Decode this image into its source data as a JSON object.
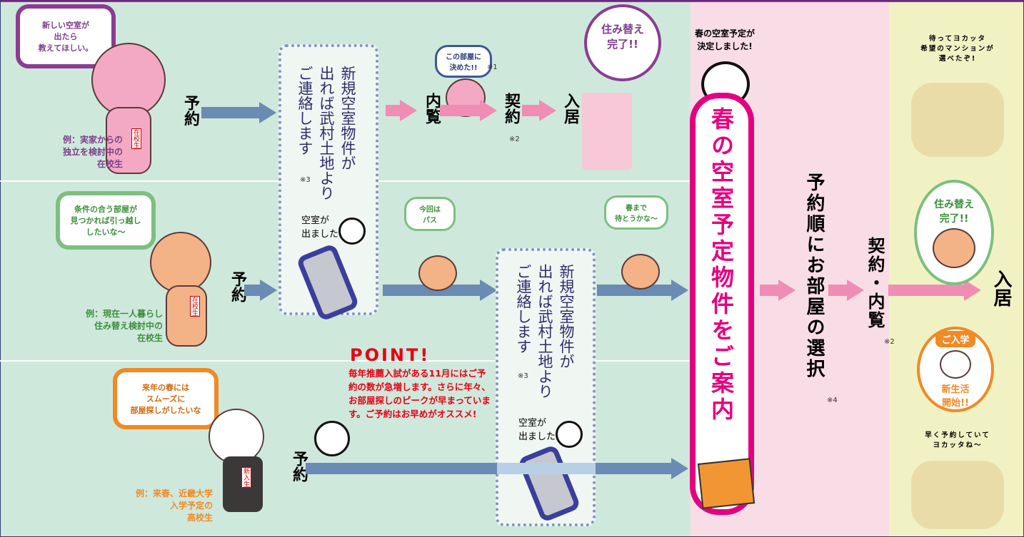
{
  "colors": {
    "green_bg": "#cfe8dc",
    "pink_bg": "#f8dde6",
    "yellow_bg": "#f1f2c4",
    "magenta": "#e4007f",
    "blue_arrow": "#6a8bb3",
    "pink_arrow": "#ef8db5",
    "point_red": "#e60012"
  },
  "row1": {
    "speech": "新しい空室が\n出たら\n教えてほしい。",
    "badge": "在校生",
    "example": "例：実家からの\n独立を検討中の\n在校生",
    "reserve": "予約",
    "notify": "新規空室物件が\n出れば武村土地より\nご連絡します",
    "note3": "※3",
    "vacancy_out": "空室が\n出ました",
    "decide_bubble": "この部屋に\n決めた!!",
    "note1": "※1",
    "viewing": "内覧",
    "contract": "契約",
    "note2": "※2",
    "move_in": "入居",
    "done_bubble": "住み替え\n完了!!"
  },
  "row2": {
    "speech": "条件の合う部屋が\n見つかれば引っ越し\nしたいな〜",
    "badge": "在校生",
    "example": "例：現在一人暮らし\n住み替え検討中の\n在校生",
    "reserve": "予約",
    "pass_bubble": "今回は\nパス",
    "wait_bubble": "春まで\n待とうかな〜",
    "notify": "新規空室物件が\n出れば武村土地より\nご連絡します",
    "note3": "※3",
    "vacancy_out": "空室が\n出ました"
  },
  "row3": {
    "speech": "来年の春には\nスムーズに\n部屋探しがしたいな",
    "badge": "新入生",
    "example": "例：来春、近畿大学\n入学予定の\n高校生",
    "reserve": "予約",
    "point_title": "POINT!",
    "point_text": "毎年推薦入試がある11月にはご予約の数が急増します。さらに年々、お部屋探しのピークが早まっています。ご予約はお早めがオススメ!"
  },
  "spring": {
    "decided": "春の空室予定が\n決定しました!",
    "guide": "春の空室予定物件をご案内",
    "select": "予約順にお部屋の選択",
    "note4": "※4",
    "contract_view": "契約・内覧",
    "note2": "※2",
    "move_in": "入居",
    "done_bubble": "住み替え\n完了!!",
    "enroll_title": "ご入学",
    "enroll_text": "新生活\n開始!!",
    "happy_top": "待ってヨカッタ\n希望のマンションが\n選べたぞ!",
    "happy_bottom": "早く予約していて\nヨカッタね〜"
  }
}
